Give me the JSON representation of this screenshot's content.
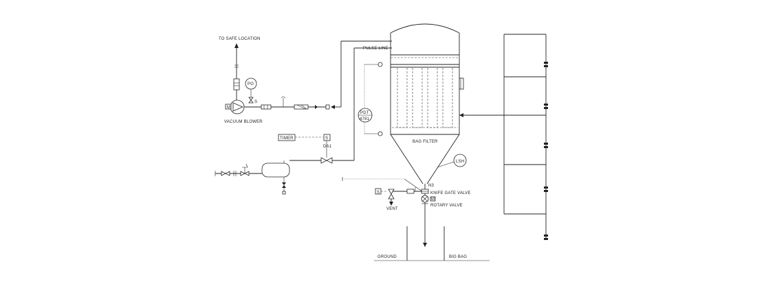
{
  "labels": {
    "safe_location": "TO SAFE LOCATION",
    "vacuum_blower": "VACUUM BLOWER",
    "pg": "PG",
    "motor": "M",
    "pulse_line": "PULSE LINE",
    "timer": "TIMER",
    "solenoid": "S",
    "dp_valve": "DA1",
    "pdt": "PDT",
    "pdt_tag": "4781",
    "bag_filter": "BAG FILTER",
    "lsh": "LSH",
    "nozzle": "N3",
    "knife_gate_valve": "KNIFE GATE VALVE",
    "rotary_valve": "ROTARY VALVE",
    "vent": "VENT",
    "ground": "GROUND",
    "big_bag": "BIG BAG",
    "sol_left": "S",
    "motor_rotary": "M"
  }
}
